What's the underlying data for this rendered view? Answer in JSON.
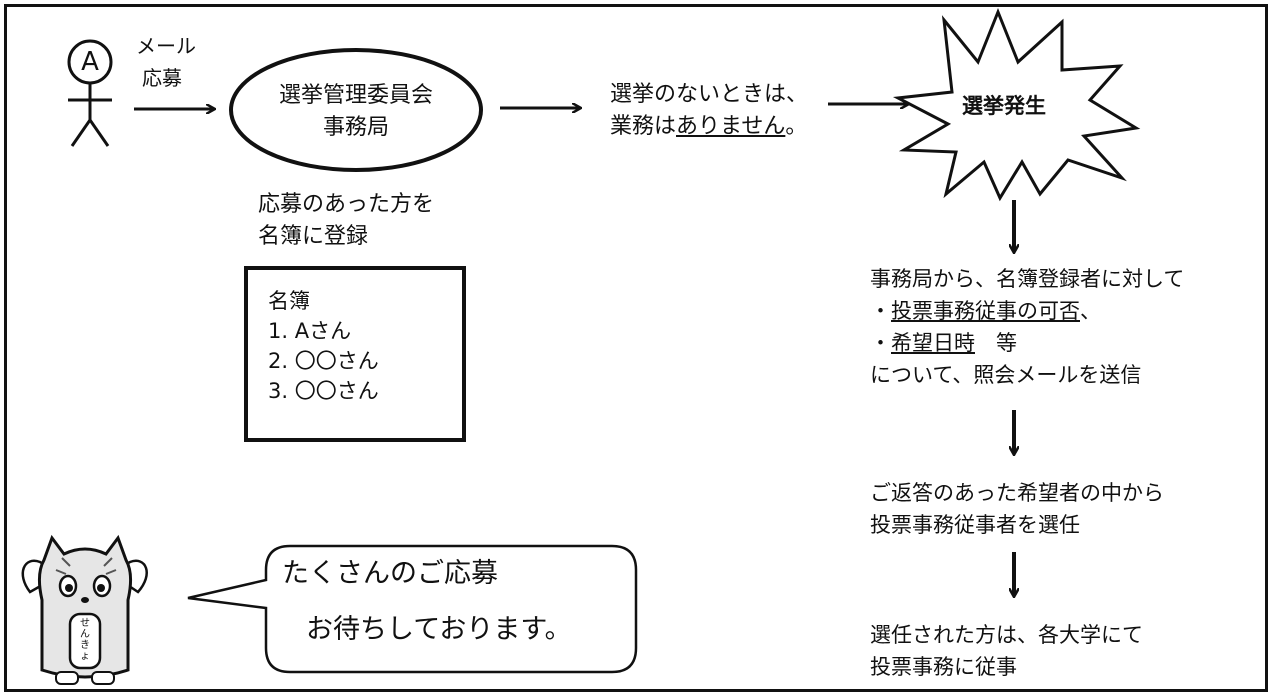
{
  "applicant": {
    "label": "A",
    "mail_line1": "メール",
    "mail_line2": "応募"
  },
  "committee": {
    "line1": "選挙管理委員会",
    "line2": "事務局"
  },
  "register_note": {
    "line1": "応募のあった方を",
    "line2": "名簿に登録"
  },
  "register_box": {
    "title": "名簿",
    "entries": [
      "1. Aさん",
      "2. 〇〇さん",
      "3. 〇〇さん"
    ]
  },
  "no_election": {
    "line1": "選挙のないときは、",
    "line2_prefix": "業務は",
    "line2_underlined": "ありません",
    "line2_suffix": "。"
  },
  "election": {
    "label": "選挙発生"
  },
  "inquiry": {
    "line1": "事務局から、名簿登録者に対して",
    "bullet1_prefix": "・",
    "bullet1_underlined": "投票事務従事の可否",
    "bullet1_suffix": "、",
    "bullet2_prefix": "・",
    "bullet2_underlined": "希望日時",
    "bullet2_suffix": "　等",
    "line4": "について、照会メールを送信"
  },
  "selection": {
    "line1": "ご返答のあった希望者の中から",
    "line2": "投票事務従事者を選任"
  },
  "assignment": {
    "line1": "選任された方は、各大学にて",
    "line2": "投票事務に従事"
  },
  "mascot": {
    "badge_text": "せんきょ"
  },
  "speech": {
    "line1": "たくさんのご応募",
    "line2": "お待ちしております。"
  }
}
